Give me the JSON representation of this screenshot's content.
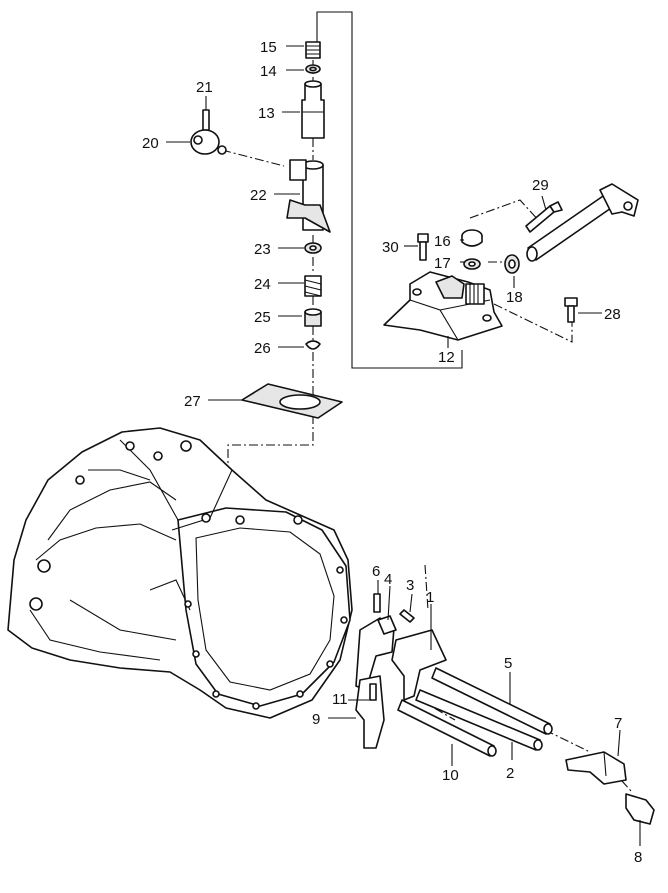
{
  "callouts": [
    {
      "id": "c1",
      "text": "1"
    },
    {
      "id": "c2",
      "text": "2"
    },
    {
      "id": "c3",
      "text": "3"
    },
    {
      "id": "c4",
      "text": "4"
    },
    {
      "id": "c5",
      "text": "5"
    },
    {
      "id": "c6",
      "text": "6"
    },
    {
      "id": "c7",
      "text": "7"
    },
    {
      "id": "c8",
      "text": "8"
    },
    {
      "id": "c9",
      "text": "9"
    },
    {
      "id": "c10",
      "text": "10"
    },
    {
      "id": "c11",
      "text": "11"
    },
    {
      "id": "c12",
      "text": "12"
    },
    {
      "id": "c13",
      "text": "13"
    },
    {
      "id": "c14",
      "text": "14"
    },
    {
      "id": "c15",
      "text": "15"
    },
    {
      "id": "c16",
      "text": "16"
    },
    {
      "id": "c17",
      "text": "17"
    },
    {
      "id": "c18",
      "text": "18"
    },
    {
      "id": "c20",
      "text": "20"
    },
    {
      "id": "c21",
      "text": "21"
    },
    {
      "id": "c22",
      "text": "22"
    },
    {
      "id": "c23",
      "text": "23"
    },
    {
      "id": "c24",
      "text": "24"
    },
    {
      "id": "c25",
      "text": "25"
    },
    {
      "id": "c26",
      "text": "26"
    },
    {
      "id": "c27",
      "text": "27"
    },
    {
      "id": "c28",
      "text": "28"
    },
    {
      "id": "c29",
      "text": "29"
    },
    {
      "id": "c30",
      "text": "30"
    }
  ]
}
